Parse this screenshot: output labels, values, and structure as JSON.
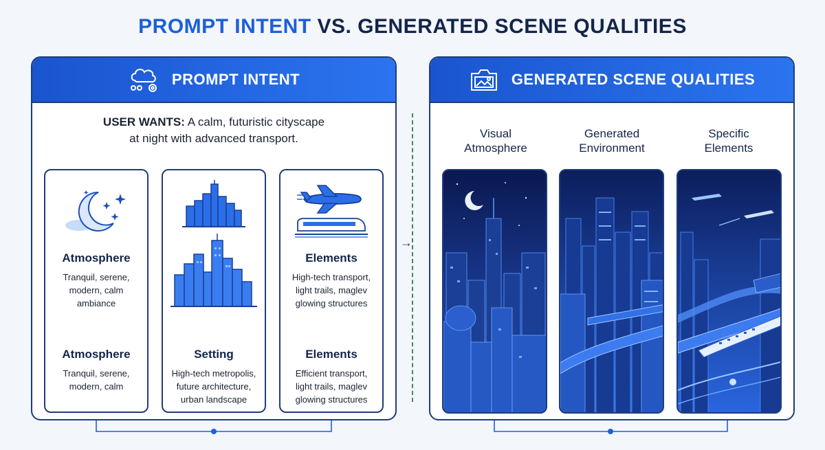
{
  "title": {
    "part1": "PROMPT INTENT",
    "part2": "VS. GENERATED SCENE QUALITIES"
  },
  "left_panel": {
    "heading": "PROMPT INTENT",
    "user_wants_label": "USER WANTS:",
    "user_wants_line1": "A calm, futuristic cityscape",
    "user_wants_line2": "at night with advanced transport.",
    "cards": [
      {
        "top_heading": "Atmosphere",
        "top_text": [
          "Tranquil, serene,",
          "modern, calm",
          "ambiance"
        ],
        "bottom_heading": "Atmosphere",
        "bottom_text": [
          "Tranquil, serene,",
          "modern, calm"
        ]
      },
      {
        "bottom_heading": "Setting",
        "bottom_text": [
          "High-tech metropolis,",
          "future architecture,",
          "urban landscape"
        ]
      },
      {
        "top_heading": "Elements",
        "top_text": [
          "High-tech transport,",
          "light trails, maglev",
          "glowing structures"
        ],
        "bottom_heading": "Elements",
        "bottom_text": [
          "Efficient transport,",
          "light trails, maglev",
          "glowing structures"
        ]
      }
    ]
  },
  "right_panel": {
    "heading": "GENERATED SCENE QUALITIES",
    "columns": [
      {
        "line1": "Visual",
        "line2": "Atmosphere"
      },
      {
        "line1": "Generated",
        "line2": "Environment"
      },
      {
        "line1": "Specific",
        "line2": "Elements"
      }
    ]
  },
  "colors": {
    "accent": "#1c5fd8",
    "header": "#2b6ee8",
    "outline": "#1f3c7a",
    "divider": "#3a8a5c"
  },
  "icons": [
    "brain-cloud-icon",
    "camera-image-icon",
    "moon-stars-icon",
    "skyline-icon",
    "airplane-icon",
    "train-icon"
  ]
}
